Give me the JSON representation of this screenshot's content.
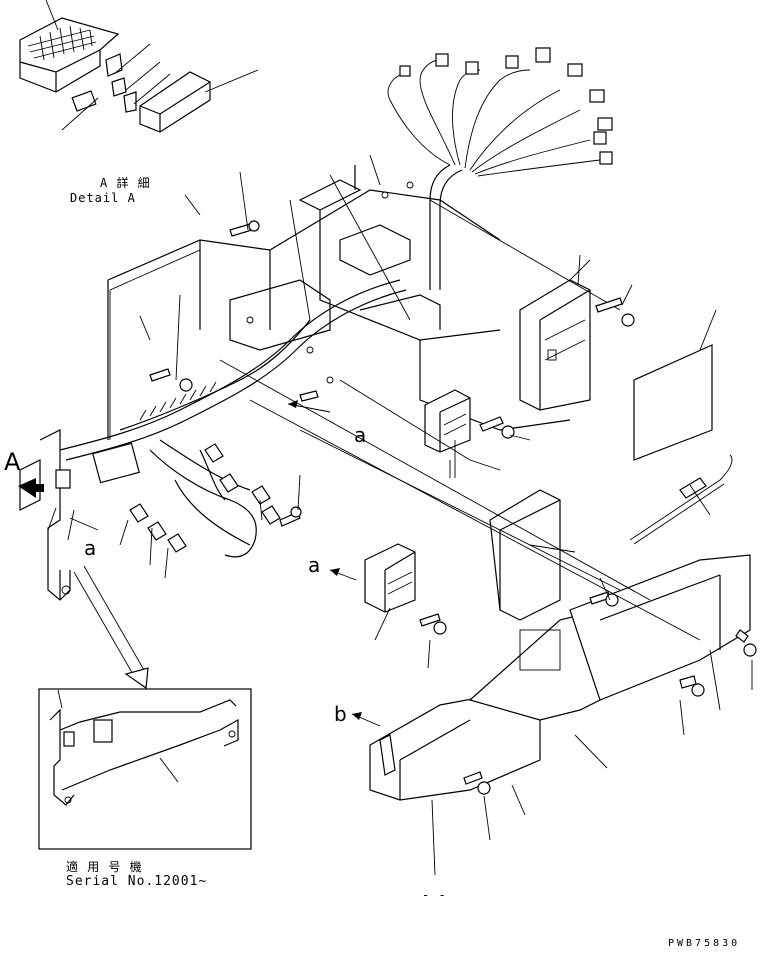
{
  "labels": {
    "detail_a_jp": "A 詳 細",
    "detail_a_en": "Detail A",
    "view_a": "A",
    "ref_a_1": "a",
    "ref_a_2": "a",
    "ref_a_3": "a",
    "ref_b": "b",
    "serial_jp": "適 用 号 機",
    "serial_en": "Serial No.12001~",
    "dash": "- -",
    "drawing_code": "PWB75830"
  }
}
